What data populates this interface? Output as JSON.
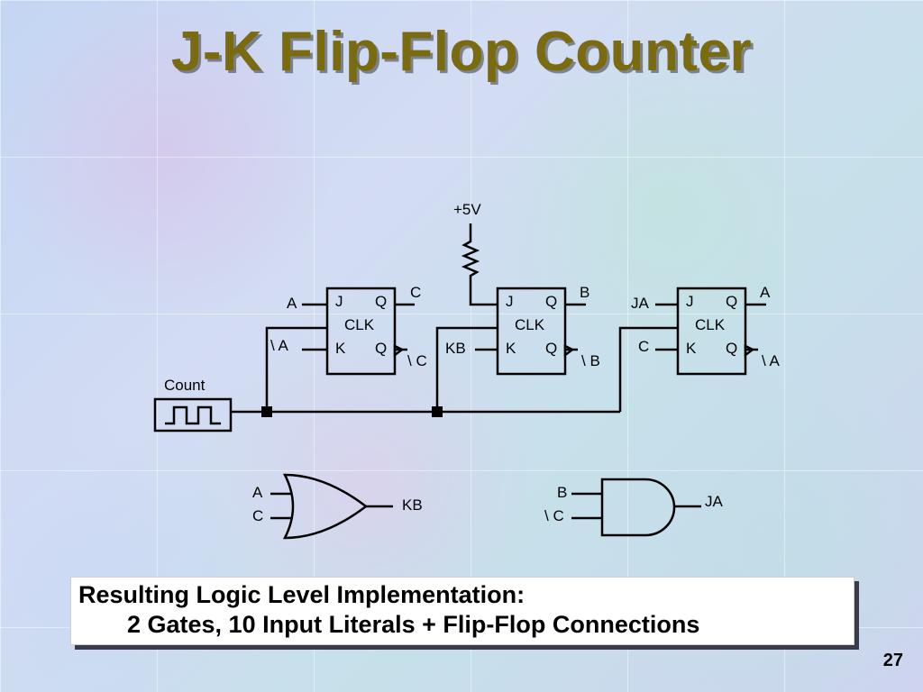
{
  "title": "J-K Flip-Flop Counter",
  "supply": "+5V",
  "clock_label": "Count",
  "flip_flops": [
    {
      "j_input": "A",
      "k_input": "\\ A",
      "q_output": "C",
      "qbar_output": "\\ C",
      "pins": {
        "j": "J",
        "q": "Q",
        "clk": "CLK",
        "k": "K",
        "qbar": "Q"
      }
    },
    {
      "j_input": "",
      "k_input": "KB",
      "q_output": "B",
      "qbar_output": "\\ B",
      "pins": {
        "j": "J",
        "q": "Q",
        "clk": "CLK",
        "k": "K",
        "qbar": "Q"
      }
    },
    {
      "j_input": "JA",
      "k_input": "C",
      "q_output": "A",
      "qbar_output": "\\ A",
      "pins": {
        "j": "J",
        "q": "Q",
        "clk": "CLK",
        "k": "K",
        "qbar": "Q"
      }
    }
  ],
  "gates": [
    {
      "type": "OR",
      "inputs": [
        "A",
        "C"
      ],
      "output": "KB"
    },
    {
      "type": "AND",
      "inputs": [
        "B",
        "\\ C"
      ],
      "output": "JA"
    }
  ],
  "result": {
    "line1": "Resulting Logic Level Implementation:",
    "line2": "2 Gates, 10 Input Literals + Flip-Flop Connections"
  },
  "page_number": "27",
  "colors": {
    "title": "#7a6a10"
  }
}
